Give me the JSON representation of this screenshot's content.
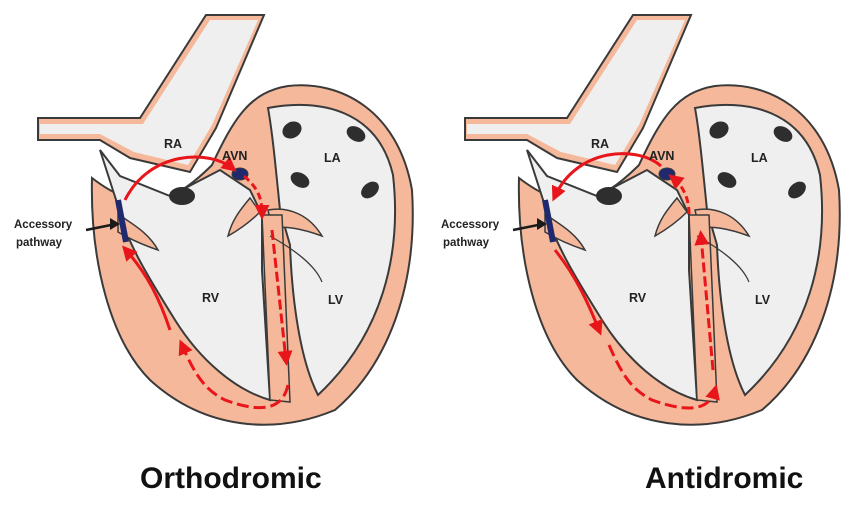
{
  "colors": {
    "wall": "#f5b89a",
    "chamber": "#efefef",
    "outline": "#3a3a3a",
    "pathway": "#1f2a6e",
    "arrow": "#e8151b"
  },
  "icons": [
    "heart-diagram",
    "red-conduction-arrow",
    "black-pointer-arrow"
  ],
  "panels": [
    {
      "labels": {
        "ra": "RA",
        "avn": "AVN",
        "la": "LA",
        "rv": "RV",
        "lv": "LV",
        "accessory_line1": "Accessory",
        "accessory_line2": "pathway"
      },
      "caption": "Orthodromic"
    },
    {
      "labels": {
        "ra": "RA",
        "avn": "AVN",
        "la": "LA",
        "rv": "RV",
        "lv": "LV",
        "accessory_line1": "Accessory",
        "accessory_line2": "pathway"
      },
      "caption": "Antidromic"
    }
  ]
}
